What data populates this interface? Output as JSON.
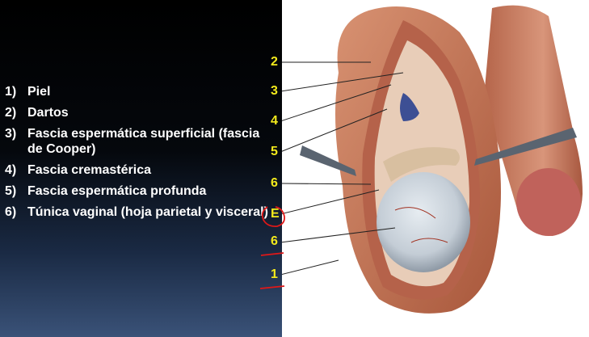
{
  "legend": [
    {
      "num": "1)",
      "text": "Piel"
    },
    {
      "num": "2)",
      "text": "Dartos"
    },
    {
      "num": "3)",
      "text": "Fascia espermática superficial (fascia de Cooper)"
    },
    {
      "num": "4)",
      "text": "Fascia cremastérica"
    },
    {
      "num": "5)",
      "text": "Fascia espermática profunda"
    },
    {
      "num": "6)",
      "text": "Túnica vaginal (hoja parietal y visceral)"
    }
  ],
  "figure_labels": [
    "2",
    "3",
    "4",
    "5",
    "6",
    "E",
    "6",
    "1"
  ],
  "colors": {
    "label_yellow": "#f3ea1c",
    "annotation_red": "#e01818",
    "skin": "#c8795a",
    "testis": "#c9d3db"
  }
}
